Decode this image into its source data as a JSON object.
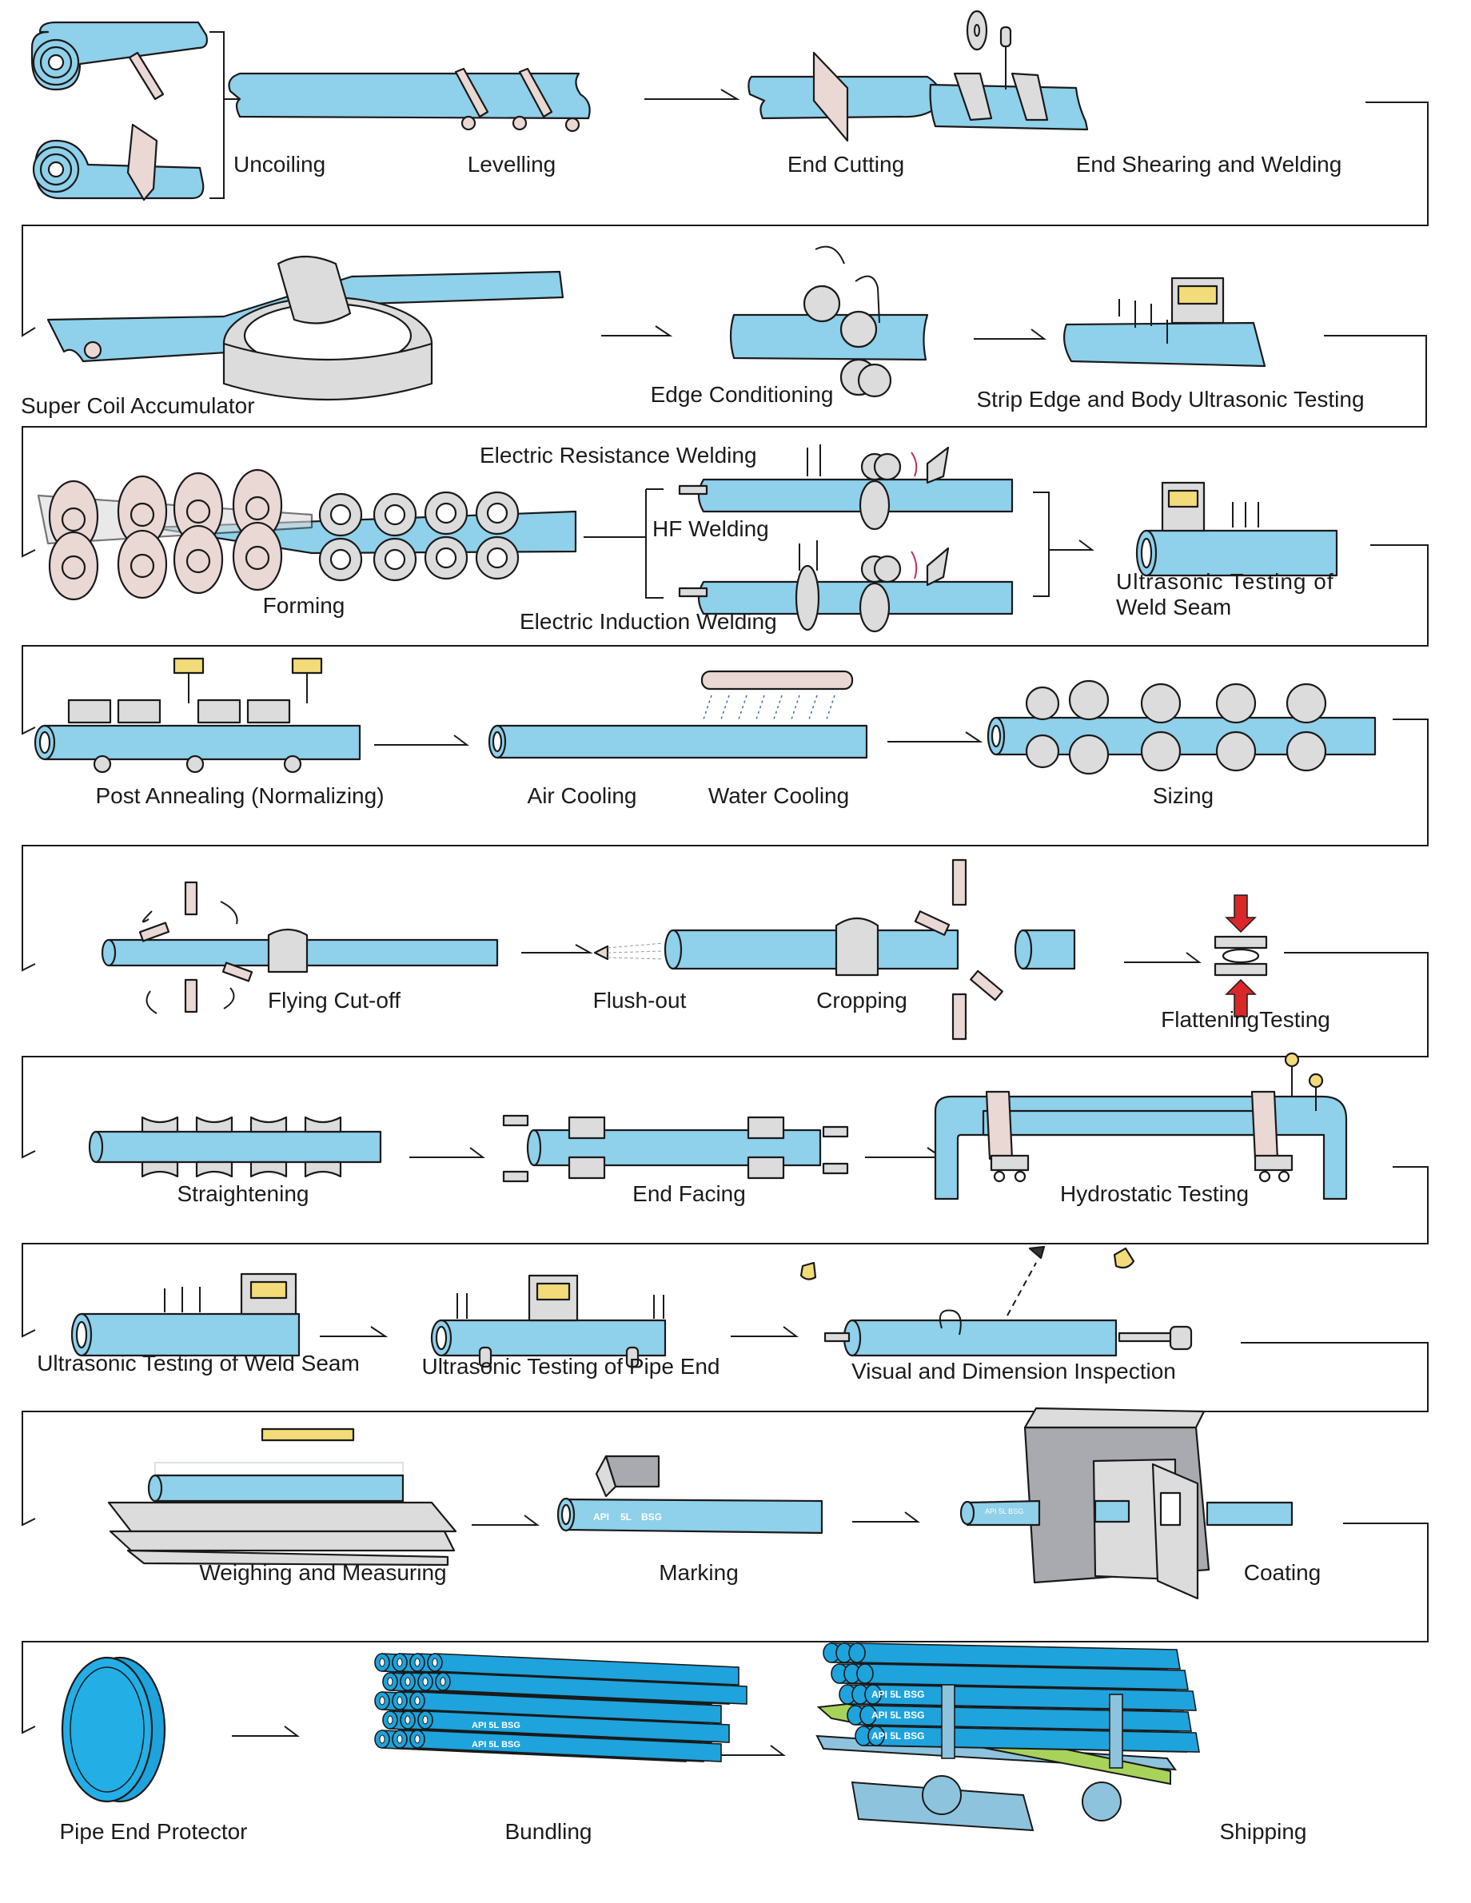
{
  "title": "ERW Pipe Manufacturing Process Flow",
  "colors": {
    "pipe": "#8fd0ea",
    "pipe_dark": "#1ea3dc",
    "roller": "#ead8d4",
    "machine": "#d9d9d9",
    "outline": "#1a1a1a",
    "pallet": "#a8d35a",
    "arrow_red": "#d8282a",
    "lamp": "#f2dc7a"
  },
  "rows": [
    {
      "steps": [
        {
          "id": "uncoiling",
          "label": "Uncoiling"
        },
        {
          "id": "levelling",
          "label": "Levelling"
        },
        {
          "id": "end-cutting",
          "label": "End Cutting"
        },
        {
          "id": "end-shearing-welding",
          "label": "End Shearing and Welding"
        }
      ]
    },
    {
      "steps": [
        {
          "id": "super-coil-accumulator",
          "label": "Super Coil Accumulator"
        },
        {
          "id": "edge-conditioning",
          "label": "Edge Conditioning"
        },
        {
          "id": "strip-edge-body-ut",
          "label": "Strip Edge and Body Ultrasonic Testing"
        }
      ]
    },
    {
      "steps": [
        {
          "id": "forming",
          "label": "Forming"
        },
        {
          "id": "electric-resistance-welding",
          "label": "Electric Resistance Welding"
        },
        {
          "id": "hf-welding",
          "label": "HF Welding"
        },
        {
          "id": "electric-induction-welding",
          "label": "Electric Induction Welding"
        },
        {
          "id": "ut-weld-seam-1",
          "label": "Ultrasonic Testing of\nWeld Seam",
          "line1": "Ultrasonic Testing of",
          "line2": "Weld Seam"
        }
      ]
    },
    {
      "steps": [
        {
          "id": "post-annealing",
          "label": "Post Annealing (Normalizing)"
        },
        {
          "id": "air-cooling",
          "label": "Air Cooling"
        },
        {
          "id": "water-cooling",
          "label": "Water Cooling"
        },
        {
          "id": "sizing",
          "label": "Sizing"
        }
      ]
    },
    {
      "steps": [
        {
          "id": "flying-cut-off",
          "label": "Flying Cut-off"
        },
        {
          "id": "flush-out",
          "label": "Flush-out"
        },
        {
          "id": "cropping",
          "label": "Cropping"
        },
        {
          "id": "flattening-testing",
          "label": "FlatteningTesting"
        }
      ]
    },
    {
      "steps": [
        {
          "id": "straightening",
          "label": "Straightening"
        },
        {
          "id": "end-facing",
          "label": "End Facing"
        },
        {
          "id": "hydrostatic-testing",
          "label": "Hydrostatic Testing"
        }
      ]
    },
    {
      "steps": [
        {
          "id": "ut-weld-seam-2",
          "label": "Ultrasonic Testing of Weld Seam"
        },
        {
          "id": "ut-pipe-end",
          "label": "Ultrasonic Testing of Pipe End"
        },
        {
          "id": "visual-dimension-inspection",
          "label": "Visual and Dimension Inspection"
        }
      ]
    },
    {
      "steps": [
        {
          "id": "weighing-measuring",
          "label": "Weighing and Measuring"
        },
        {
          "id": "marking",
          "label": "Marking"
        },
        {
          "id": "coating",
          "label": "Coating"
        }
      ]
    },
    {
      "steps": [
        {
          "id": "pipe-end-protector",
          "label": "Pipe End Protector"
        },
        {
          "id": "bundling",
          "label": "Bundling"
        },
        {
          "id": "shipping",
          "label": "Shipping"
        }
      ]
    }
  ],
  "markings": {
    "marking_pipe": [
      "API",
      "5L",
      "BSG"
    ],
    "coating_pipe": "API 5L BSG",
    "bundle_pipe": [
      "API",
      "5L",
      "BSG"
    ],
    "shipping_pipe": "API  5L BSG"
  }
}
